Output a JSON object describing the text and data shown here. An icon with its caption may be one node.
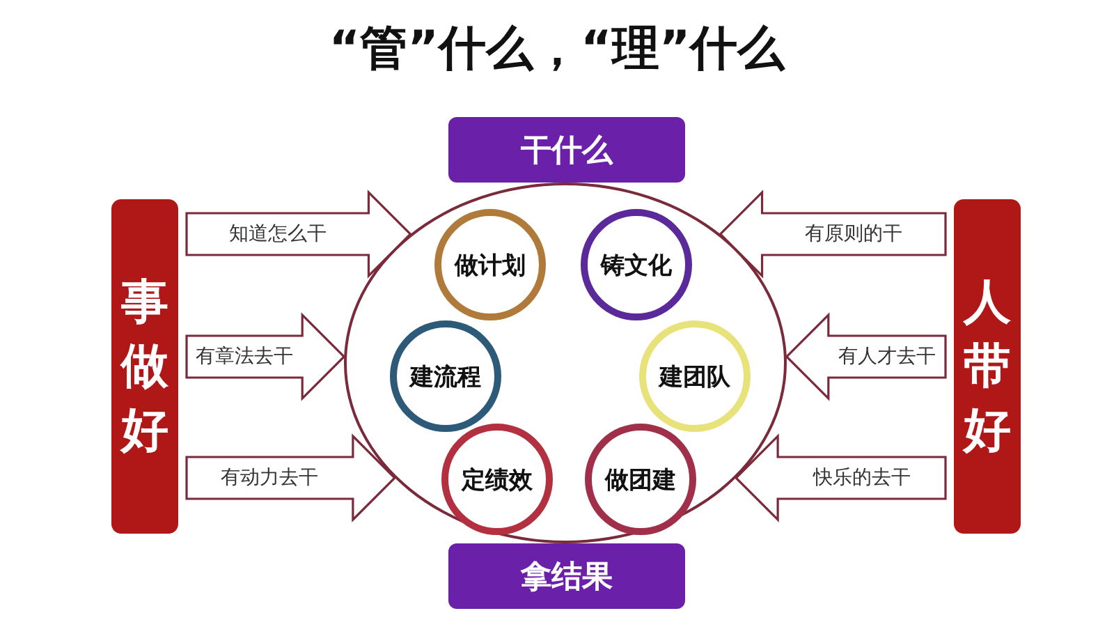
{
  "diagram": {
    "title": "“管”什么，“理”什么",
    "nodes": [
      {
        "text": [
          "事做好"
        ]
      },
      {
        "text": [
          "人带好"
        ]
      },
      {
        "text": [
          "干什么"
        ]
      },
      {
        "text": [
          "拿结果"
        ]
      },
      {
        "text": [],
        "shape": "circle"
      },
      {
        "text": [
          "做计划"
        ],
        "in": 4
      },
      {
        "text": [
          "铸文化"
        ],
        "in": 4
      },
      {
        "text": [
          "建流程"
        ],
        "in": 4
      },
      {
        "text": [
          "建团队"
        ],
        "in": 4
      },
      {
        "text": [
          "定绩效"
        ],
        "in": 4
      },
      {
        "text": [
          "做团建"
        ],
        "in": 4
      }
    ],
    "edges": [
      {
        "from": 0,
        "to": 4,
        "arrow": "to",
        "label": "知道怎么干"
      },
      {
        "from": 0,
        "to": 4,
        "arrow": "to",
        "label": "有章法去干"
      },
      {
        "from": 0,
        "to": 4,
        "arrow": "to",
        "label": "有动力去干"
      },
      {
        "from": 1,
        "to": 4,
        "arrow": "to",
        "label": "有原则的干"
      },
      {
        "from": 1,
        "to": 4,
        "arrow": "to",
        "label": "有人才去干"
      },
      {
        "from": 1,
        "to": 4,
        "arrow": "to",
        "label": "快乐的去干"
      }
    ]
  }
}
